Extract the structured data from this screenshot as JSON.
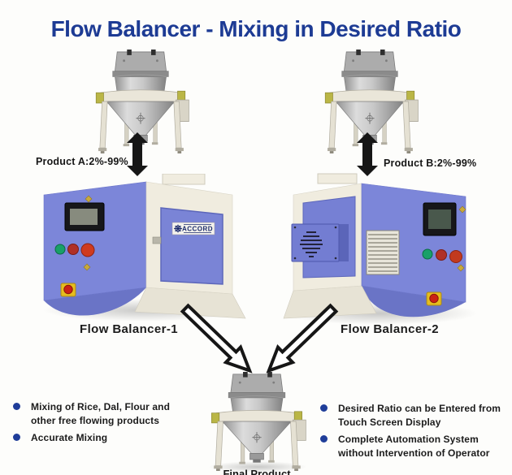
{
  "title": "Flow Balancer - Mixing in Desired Ratio",
  "colors": {
    "title_blue": "#1D3B94",
    "bullet_blue": "#1F3D99",
    "machine_blue": "#7C86D9",
    "machine_cream": "#F0ECDF",
    "arrow_black": "#161616"
  },
  "labels": {
    "product_a": "Product A:2%-99%",
    "product_b": "Product B:2%-99%",
    "machine_1": "Flow Balancer-1",
    "machine_2": "Flow Balancer-2",
    "final_product": "Final Product",
    "brand": "ACCORD"
  },
  "features_left": [
    [
      "Mixing of Rice, Dal, Flour and",
      "other free flowing products"
    ],
    [
      "Accurate Mixing"
    ]
  ],
  "features_right": [
    [
      "Desired Ratio can be Entered from",
      "Touch Screen Display"
    ],
    [
      "Complete Automation System",
      "without Intervention of Operator"
    ]
  ]
}
